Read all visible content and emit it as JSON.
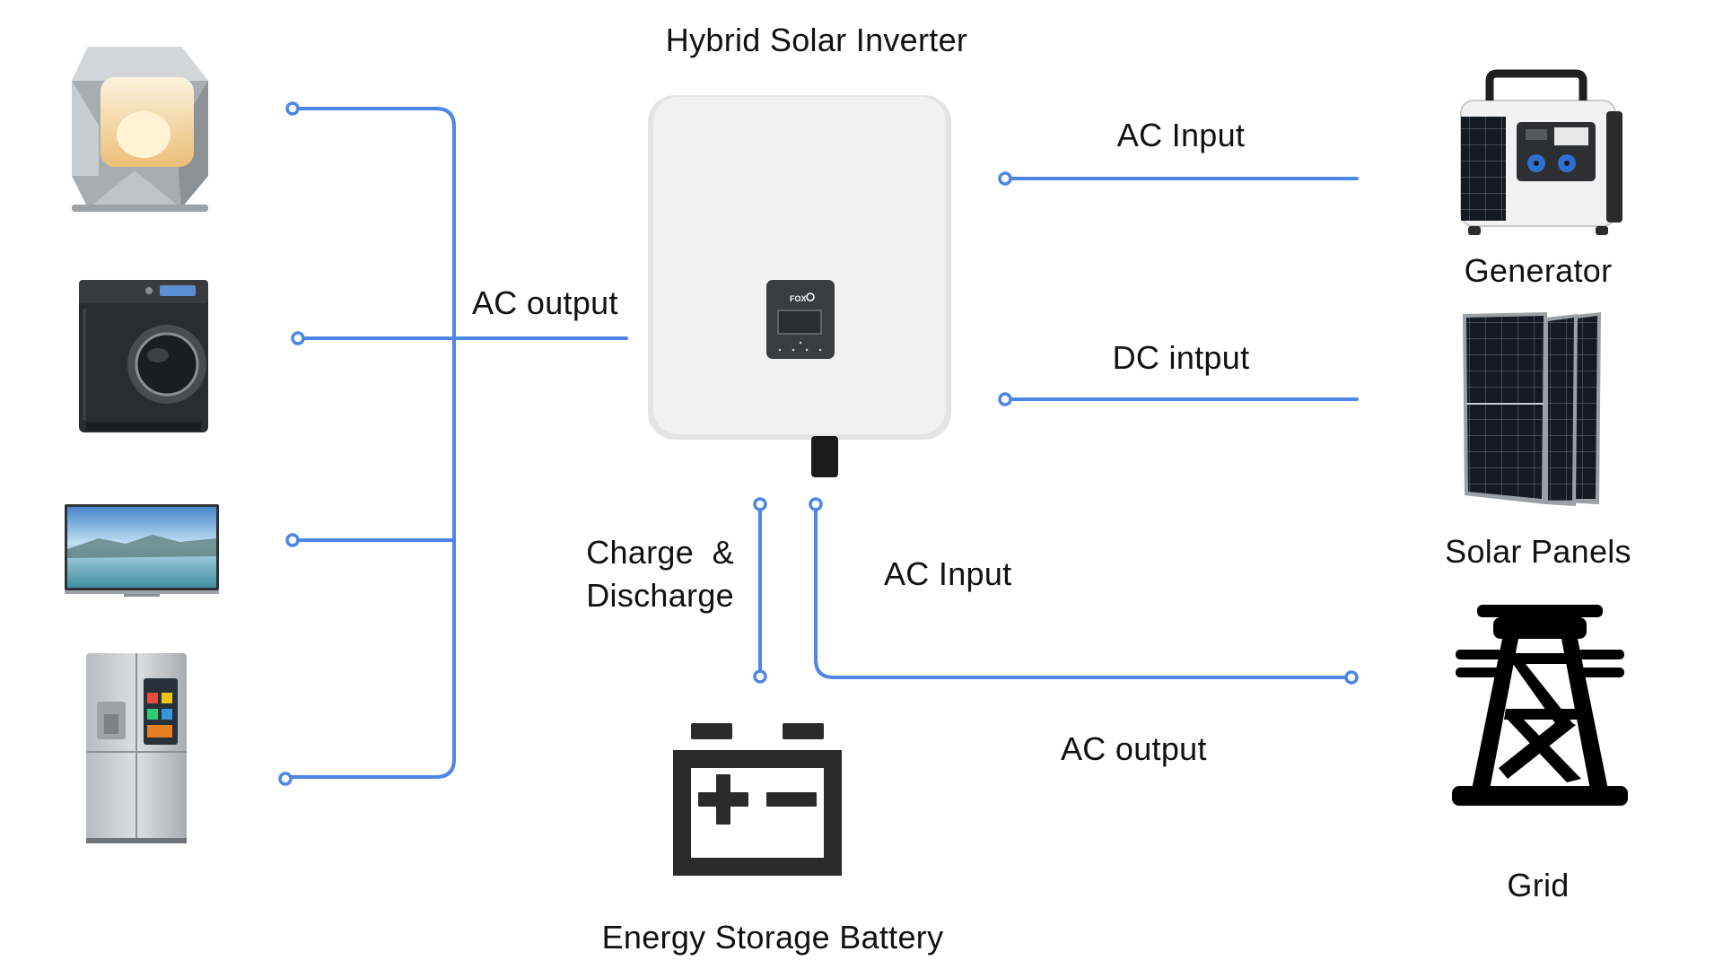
{
  "diagram": {
    "inverter": {
      "title": "Hybrid Solar Inverter",
      "brand": "FOX"
    },
    "labels": {
      "ac_output_left": "AC output",
      "ac_input_generator": "AC Input",
      "dc_input_solar": "DC intput",
      "charge_discharge_line1": "Charge  &",
      "charge_discharge_line2": "Discharge",
      "ac_input_grid": "AC Input",
      "ac_output_grid": "AC output"
    },
    "devices": {
      "generator": "Generator",
      "solar_panels": "Solar Panels",
      "grid": "Grid",
      "battery": "Energy Storage Battery"
    },
    "appliances": [
      "lamp-icon",
      "washing-machine-icon",
      "tv-icon",
      "refrigerator-icon"
    ],
    "colors": {
      "connector": "#4d86e6",
      "icon_dark": "#1a1a1a",
      "inverter_body": "#efefef"
    }
  }
}
